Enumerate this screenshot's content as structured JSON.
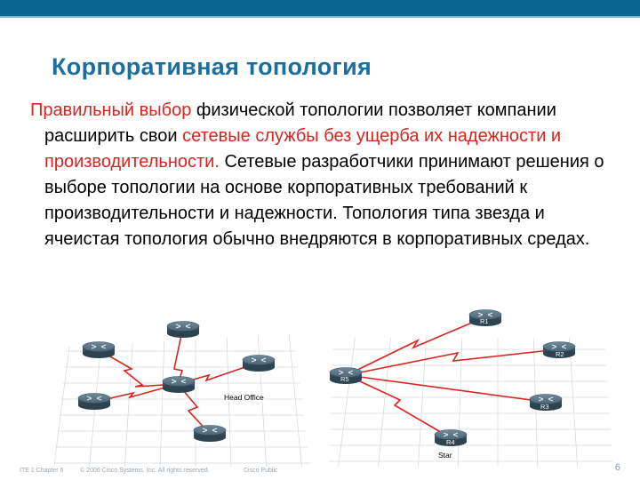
{
  "slide": {
    "title": "Корпоративная топология",
    "paragraph": {
      "seg1": "Правильный выбор",
      "seg2": " физической топологии позволяет компании расширить свои ",
      "seg3": "сетевые службы без ущерба их надежности и производительности.",
      "seg4": " Сетевые разработчики принимают решения о выборе топологии на основе корпоративных требований к производительности и надежности. Топология типа звезда и ячеистая топология обычно внедряются в корпоративных средах."
    },
    "colors": {
      "accent": "#1a6f9e",
      "header_bar": "#0b6691",
      "highlight": "#d8241f"
    }
  },
  "diagram": {
    "left": {
      "center_label": "Head Office",
      "icon": "router-icon"
    },
    "right": {
      "caption": "Star",
      "routers": [
        "R1",
        "R2",
        "R3",
        "R4",
        "R5"
      ],
      "icon": "router-icon"
    }
  },
  "footer": {
    "course": "ITE 1 Chapter 6",
    "copyright": "© 2006 Cisco Systems, Inc. All rights reserved.",
    "classification": "Cisco Public",
    "page_number": "6"
  }
}
